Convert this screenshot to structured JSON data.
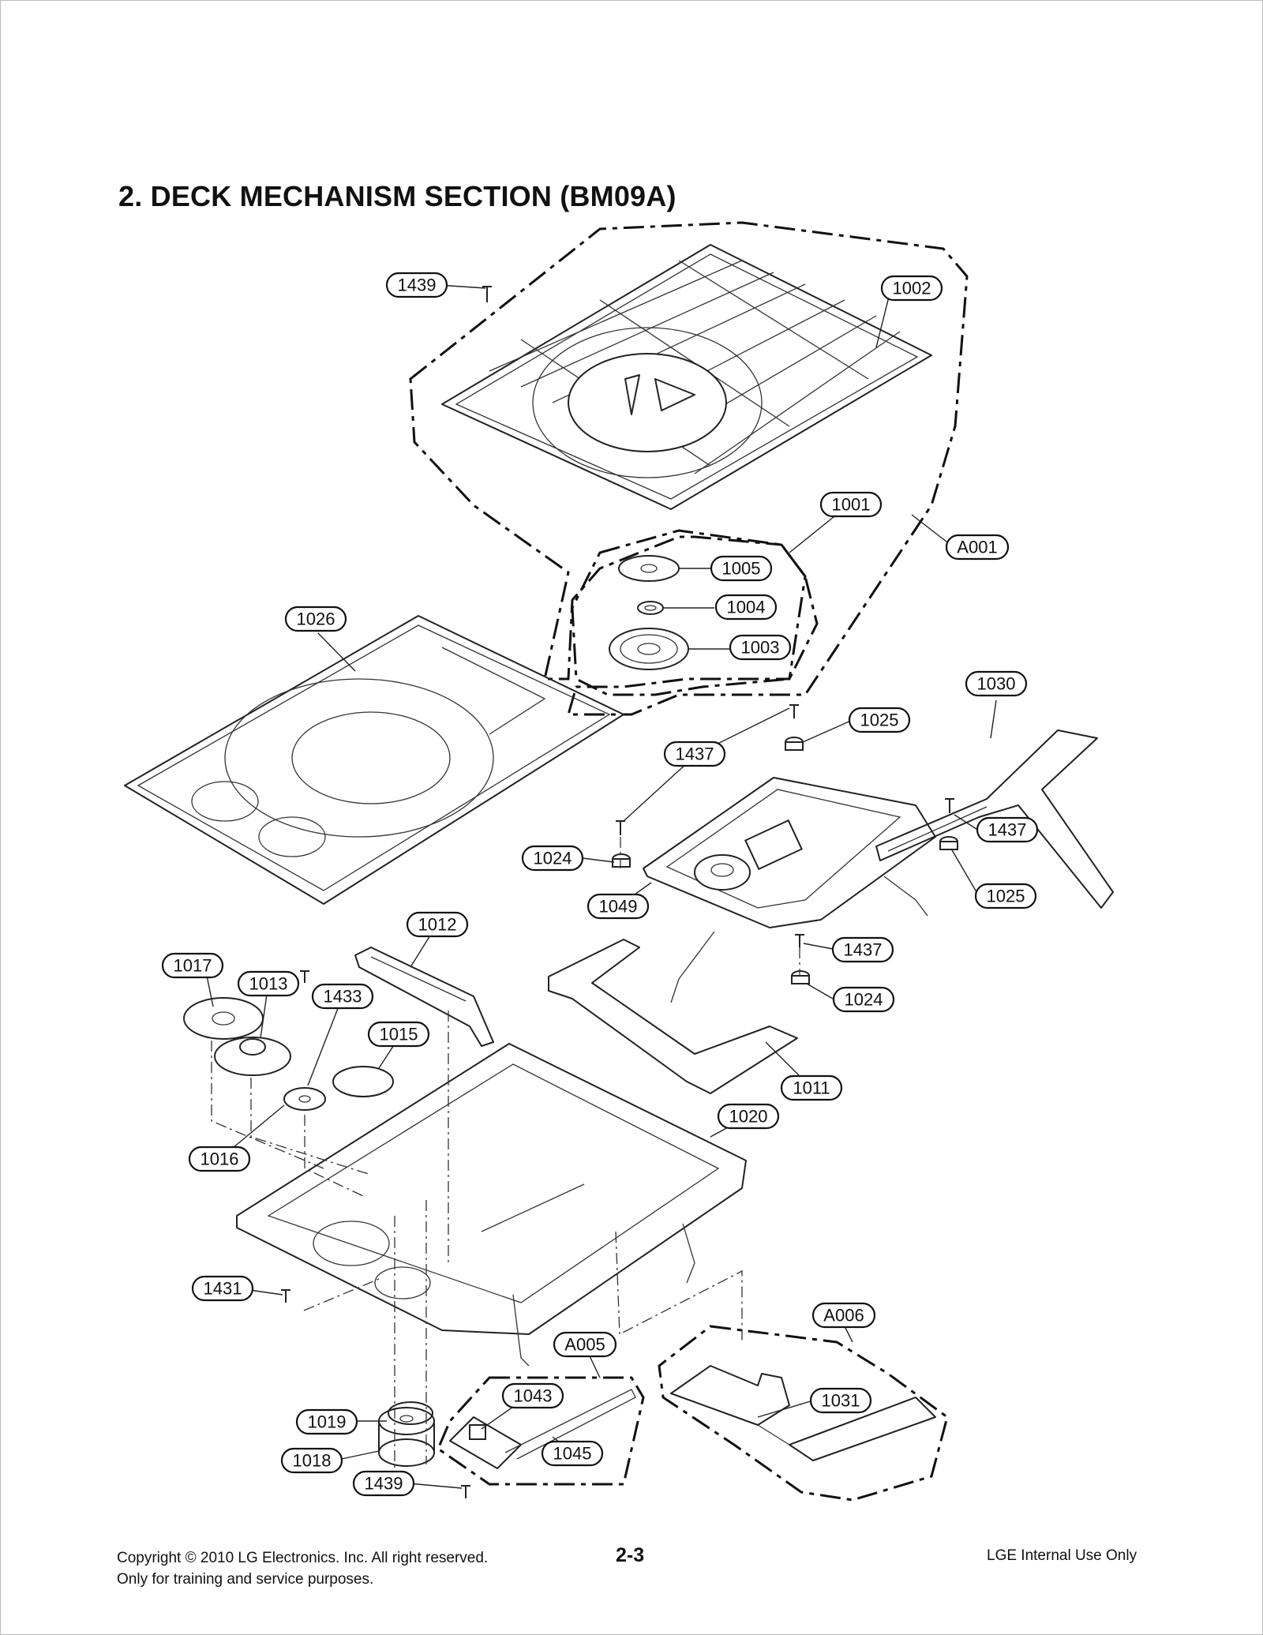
{
  "title": "2. DECK MECHANISM SECTION (BM09A)",
  "part_labels": [
    {
      "id": "1439"
    },
    {
      "id": "1002"
    },
    {
      "id": "1001"
    },
    {
      "id": "A001"
    },
    {
      "id": "1005"
    },
    {
      "id": "1004"
    },
    {
      "id": "1003"
    },
    {
      "id": "1026"
    },
    {
      "id": "1030"
    },
    {
      "id": "1025"
    },
    {
      "id": "1437"
    },
    {
      "id": "1437"
    },
    {
      "id": "1024"
    },
    {
      "id": "1025"
    },
    {
      "id": "1049"
    },
    {
      "id": "1012"
    },
    {
      "id": "1437"
    },
    {
      "id": "1017"
    },
    {
      "id": "1013"
    },
    {
      "id": "1433"
    },
    {
      "id": "1024"
    },
    {
      "id": "1015"
    },
    {
      "id": "1011"
    },
    {
      "id": "1020"
    },
    {
      "id": "1016"
    },
    {
      "id": "1431"
    },
    {
      "id": "A006"
    },
    {
      "id": "A005"
    },
    {
      "id": "1043"
    },
    {
      "id": "1031"
    },
    {
      "id": "1019"
    },
    {
      "id": "1045"
    },
    {
      "id": "1018"
    },
    {
      "id": "1439"
    }
  ],
  "footer": {
    "copyright_line1": "Copyright © 2010 LG Electronics. Inc. All right reserved.",
    "copyright_line2": "Only for training and service purposes.",
    "page_number": "2-3",
    "notice": "LGE Internal Use Only"
  }
}
